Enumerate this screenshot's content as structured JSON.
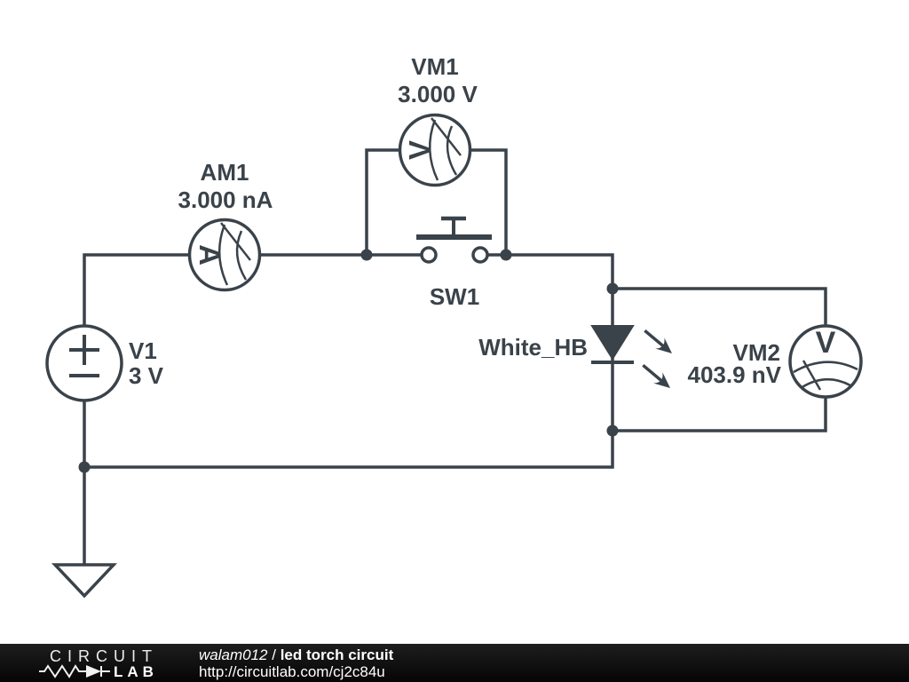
{
  "palette": {
    "ink": "#3a424a",
    "background": "#ffffff",
    "footer_background": "#0d0d0d",
    "footer_text": "#ffffff"
  },
  "components": {
    "vm1": {
      "designator": "VM1",
      "value": "3.000 V",
      "letter": "V"
    },
    "am1": {
      "designator": "AM1",
      "value": "3.000 nA",
      "letter": "A"
    },
    "sw1": {
      "designator": "SW1"
    },
    "v1": {
      "designator": "V1",
      "value": "3 V"
    },
    "led": {
      "designator": "White_HB"
    },
    "vm2": {
      "designator": "VM2",
      "value": "403.9 nV",
      "letter": "V"
    }
  },
  "footer": {
    "logo": {
      "word_top": "CIRCUIT",
      "word_bottom": "LAB"
    },
    "credit_author": "walam012",
    "credit_separator": "/",
    "credit_title": "led torch circuit",
    "url": "http://circuitlab.com/cj2c84u"
  }
}
